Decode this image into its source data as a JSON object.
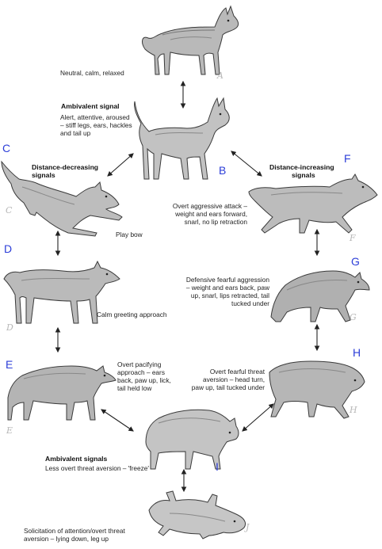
{
  "panels": {
    "A": {
      "gray_letter": "A",
      "blue_letter": "",
      "caption": "Neutral, calm, relaxed"
    },
    "B": {
      "gray_letter": "",
      "blue_letter": "B",
      "heading": "Ambivalent signal",
      "caption_lines": [
        "Alert, attentive, aroused",
        "– stiff legs, ears, hackles",
        "and tail up"
      ]
    },
    "C": {
      "gray_letter": "C",
      "blue_letter": "C",
      "heading_lines": [
        "Distance-decreasing",
        "signals"
      ],
      "caption": "Play bow"
    },
    "D": {
      "gray_letter": "D",
      "blue_letter": "D",
      "caption": "Calm greeting approach"
    },
    "E": {
      "gray_letter": "E",
      "blue_letter": "E",
      "caption_lines": [
        "Overt pacifying",
        "approach – ears",
        "back, paw up, lick,",
        "tail held low"
      ]
    },
    "F": {
      "gray_letter": "F",
      "blue_letter": "F",
      "heading": "Distance-increasing",
      "heading_line2": "signals",
      "caption_lines": [
        "Overt aggressive attack –",
        "weight and ears forward,",
        "snarl, no lip retraction"
      ]
    },
    "G": {
      "gray_letter": "G",
      "blue_letter": "G",
      "caption_lines": [
        "Defensive fearful aggression",
        "– weight and ears back, paw",
        "up, snarl, lips retracted, tail",
        "tucked under"
      ]
    },
    "H": {
      "gray_letter": "H",
      "blue_letter": "H",
      "caption_lines": [
        "Overt fearful threat",
        "aversion – head turn,",
        "paw up, tail tucked under"
      ]
    },
    "I": {
      "gray_letter": "",
      "blue_letter": "I",
      "heading": "Ambivalent signals",
      "caption": "Less overt threat aversion – 'freeze'"
    },
    "J": {
      "gray_letter": "J",
      "blue_letter": "",
      "caption_lines": [
        "Solicitation of attention/overt threat",
        "aversion – lying down, leg up"
      ]
    }
  },
  "colors": {
    "blue_letter": "#2c3ed8",
    "gray_letter": "#b8b8b8",
    "dog_shade": "#8a8a8a",
    "dog_dark": "#3a3a3a"
  }
}
